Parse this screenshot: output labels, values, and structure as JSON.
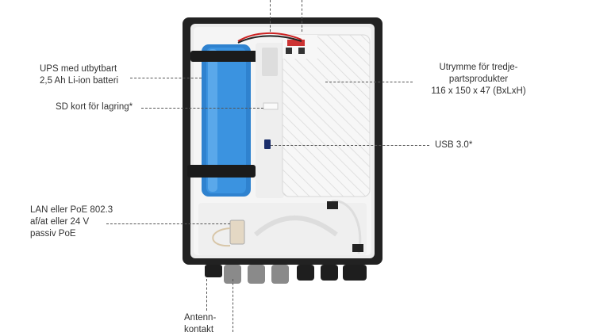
{
  "labels": {
    "ups": [
      "UPS med utbytbart",
      "2,5 Ah Li-ion batteri"
    ],
    "sd": "SD kort för lagring*",
    "lan": [
      "LAN eller PoE 802.3",
      "af/at eller 24 V",
      "passiv PoE"
    ],
    "space": [
      "Utrymme för tredje-",
      "partsprodukter",
      "116 x 150 x 47 (BxLxH)"
    ],
    "usb": "USB 3.0*",
    "antenna": [
      "Antenn-",
      "kontakt"
    ]
  },
  "colors": {
    "enclosure": "#1f1f1f",
    "battery": "#3a8fd8",
    "panel": "#f4f4f4",
    "hatch": "#e6e6e6",
    "leader": "#555555"
  }
}
